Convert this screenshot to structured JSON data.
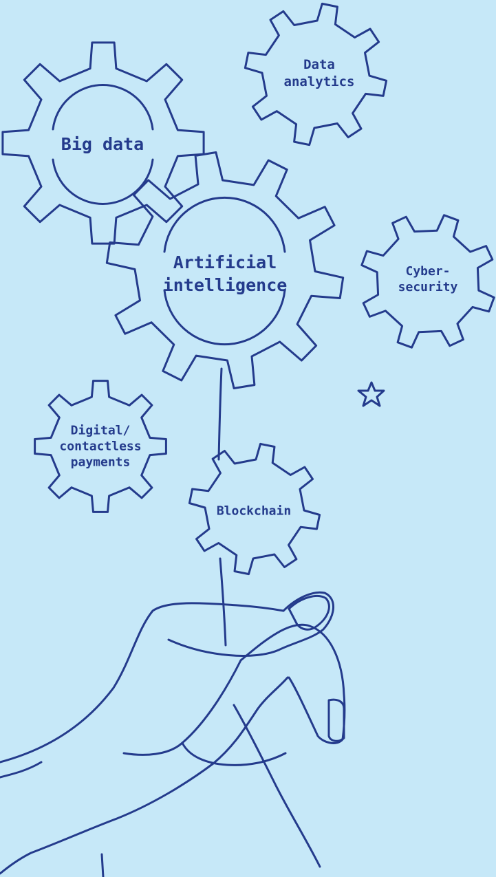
{
  "diagram": {
    "background_color": "#c6e8f8",
    "stroke_color": "#243b8c",
    "gears": [
      {
        "id": "big-data",
        "lines": [
          "Big data"
        ]
      },
      {
        "id": "data-analytics",
        "lines": [
          "Data",
          "analytics"
        ]
      },
      {
        "id": "artificial-intelligence",
        "lines": [
          "Artificial",
          "intelligence"
        ]
      },
      {
        "id": "cybersecurity",
        "lines": [
          "Cyber-",
          "security"
        ]
      },
      {
        "id": "digital-payments",
        "lines": [
          "Digital/",
          "contactless",
          "payments"
        ]
      },
      {
        "id": "blockchain",
        "lines": [
          "Blockchain"
        ]
      }
    ],
    "icons": [
      "star-icon",
      "hand-illustration"
    ]
  }
}
